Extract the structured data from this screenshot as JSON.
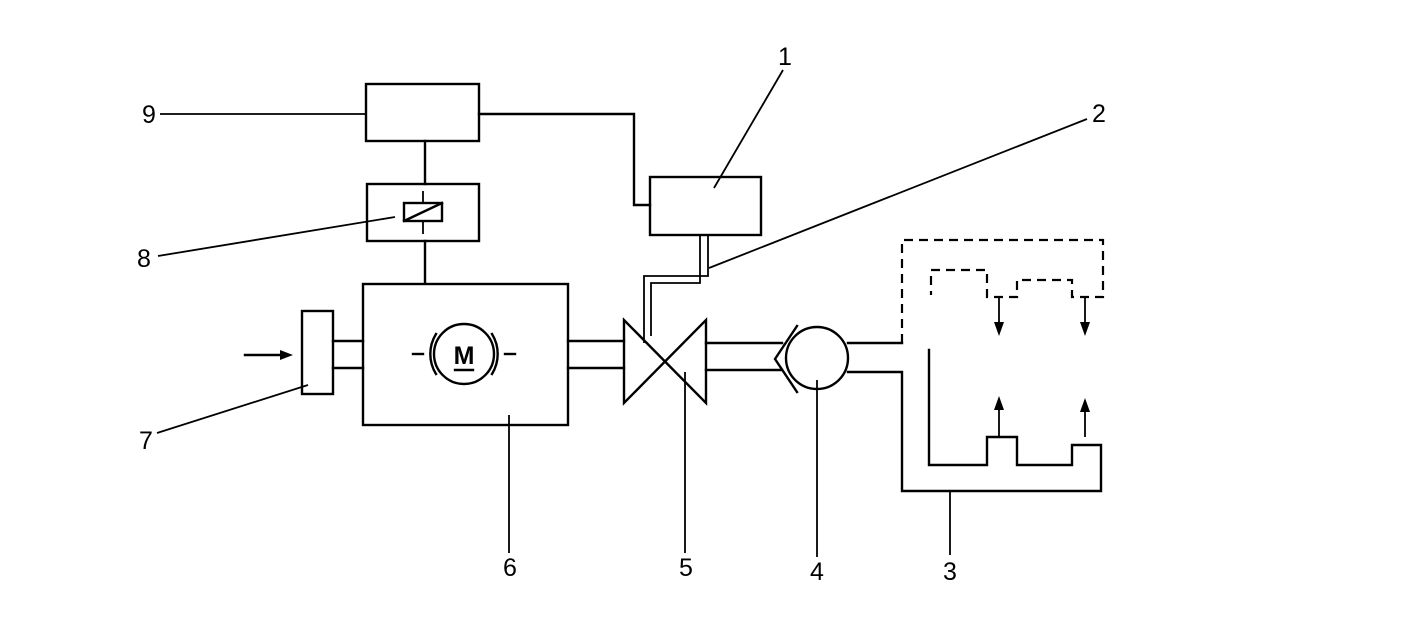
{
  "callouts": {
    "c1": "1",
    "c2": "2",
    "c3": "3",
    "c4": "4",
    "c5": "5",
    "c6": "6",
    "c7": "7",
    "c8": "8",
    "c9": "9"
  },
  "motor_symbol": "M"
}
